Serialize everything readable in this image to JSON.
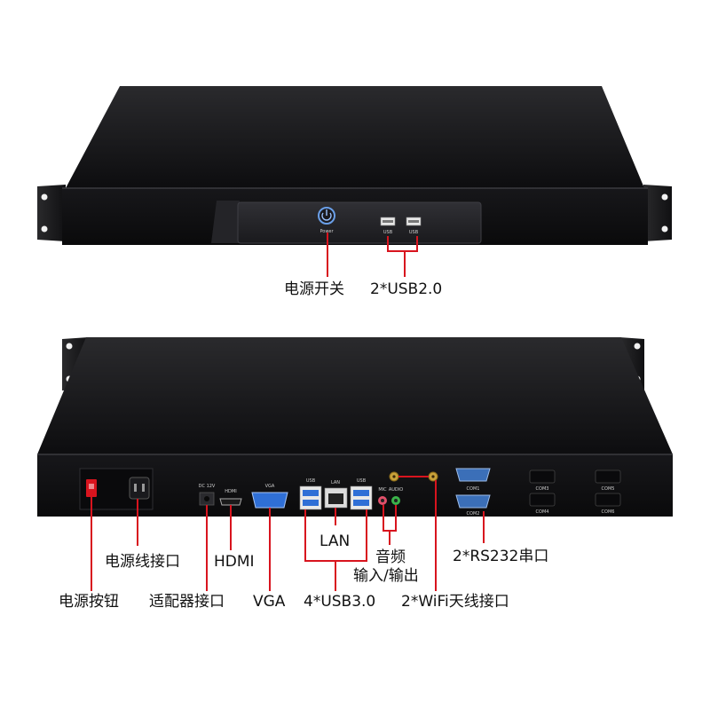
{
  "front_panel": {
    "power_icon_text": "Power",
    "usb_port_text": "USB",
    "labels": {
      "power_switch": "电源开关",
      "usb2": "2*USB2.0"
    }
  },
  "rear_panel": {
    "port_texts": {
      "dc": "DC 12V",
      "hdmi": "HDMI",
      "vga": "VGA",
      "usb": "USB",
      "lan": "LAN",
      "mic": "MIC",
      "audio": "AUDIO",
      "com1": "COM1",
      "com2": "COM2",
      "com3": "COM3",
      "com4": "COM4",
      "com5": "COM5",
      "com6": "COM6"
    },
    "labels": {
      "power_cord": "电源线接口",
      "hdmi": "HDMI",
      "lan": "LAN",
      "audio_line1": "音频",
      "audio_line2": "输入/输出",
      "rs232": "2*RS232串口",
      "power_button": "电源按钮",
      "adapter": "适配器接口",
      "vga": "VGA",
      "usb3": "4*USB3.0",
      "wifi": "2*WiFi天线接口"
    }
  },
  "colors": {
    "callout_line": "#d8141e",
    "chassis": "#1c1c1e",
    "rocker_switch": "#d8141e",
    "vga_port": "#2f6fd6",
    "usb3_port": "#2f6fd6",
    "mic_jack": "#e0506a",
    "audio_jack": "#3bb34a",
    "antenna": "#c9a23a"
  }
}
